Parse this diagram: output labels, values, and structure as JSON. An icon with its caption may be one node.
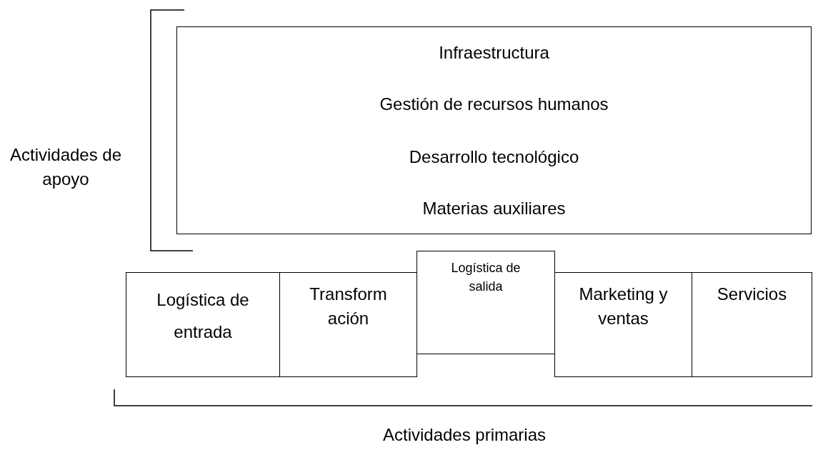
{
  "diagram": {
    "nodes": [
      {
        "text": [
          "Infraestructura"
        ]
      },
      {
        "text": [
          "Gestión de recursos humanos"
        ]
      },
      {
        "text": [
          "Desarrollo tecnológico"
        ]
      },
      {
        "text": [
          "Materias auxiliares"
        ]
      },
      {
        "text": [
          "Logística de entrada"
        ]
      },
      {
        "text": [
          "Transform ación"
        ]
      },
      {
        "text": [
          "Logística de salida"
        ]
      },
      {
        "text": [
          "Marketing y ventas"
        ]
      },
      {
        "text": [
          "Servicios"
        ]
      }
    ],
    "labels": [
      "Actividades de apoyo",
      "Actividades primarias"
    ]
  }
}
